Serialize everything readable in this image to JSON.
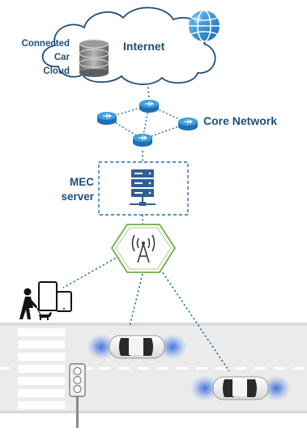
{
  "labels": {
    "cloud_provider": [
      "Connected",
      "Car",
      "Cloud"
    ],
    "internet": "Internet",
    "core_network": "Core Network",
    "mec_server": [
      "MEC",
      "server"
    ]
  },
  "colors": {
    "label_text": "#1f4e79",
    "router_blue": "#2e8fd0",
    "dashed_link": "#1f6fb2",
    "wireless_link": "#1f6fb2",
    "base_station_border": "#70ad47",
    "road": "#e9e9e9",
    "car_glow": "#3f6fd8",
    "server": "#2f5f94"
  },
  "icons": {
    "cloud": "cloud-icon",
    "globe": "globe-icon",
    "database": "database-icon",
    "router": "router-icon",
    "server": "server-icon",
    "antenna": "antenna-icon",
    "pedestrian": "pedestrian-icon",
    "tablet": "tablet-icon",
    "phone": "phone-icon",
    "car": "car-icon",
    "traffic_light": "traffic-light-icon"
  }
}
